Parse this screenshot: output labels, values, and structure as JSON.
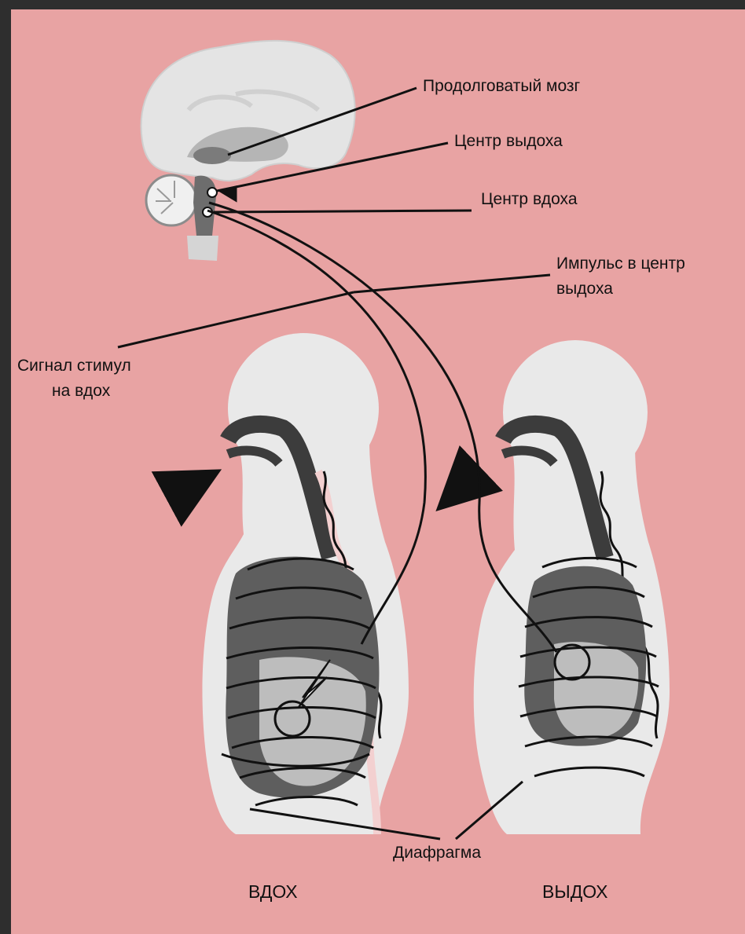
{
  "labels": {
    "medulla": "Продолговатый мозг",
    "exhale_center": "Центр выдоха",
    "inhale_center": "Центр вдоха",
    "impulse_line1": "Импульс в центр",
    "impulse_line2": "выдоха",
    "signal_line1": "Сигнал стимул",
    "signal_line2": "на вдох",
    "diaphragm": "Диафрагма",
    "inhale": "ВДОХ",
    "exhale": "ВЫДОХ"
  },
  "colors": {
    "background": "#e8a3a3",
    "frame": "#2e2e2e",
    "body_fill": "#e9e9e9",
    "airway": "#3c3c3c",
    "lung_dark": "#5e5e5e",
    "lung_light": "#bdbdbd",
    "leader_line": "#111111"
  }
}
